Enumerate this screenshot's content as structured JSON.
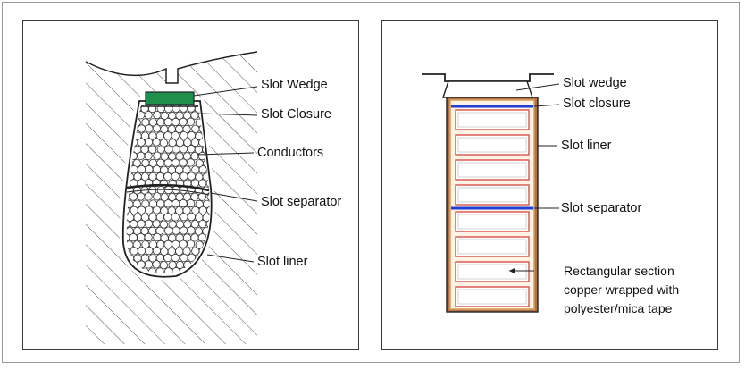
{
  "left_panel": {
    "labels": {
      "slot_wedge": "Slot Wedge",
      "slot_closure": "Slot Closure",
      "conductors": "Conductors",
      "slot_separator": "Slot separator",
      "slot_liner": "Slot liner"
    }
  },
  "right_panel": {
    "labels": {
      "slot_wedge": "Slot wedge",
      "slot_closure": "Slot closure",
      "slot_liner": "Slot liner",
      "slot_separator": "Slot separator",
      "conductor_line1": "Rectangular section",
      "conductor_line2": "copper wrapped with",
      "conductor_line3": "polyester/mica tape"
    }
  },
  "colors": {
    "wedge_green": "#1f8f4e",
    "separator_blue": "#1e3fd8",
    "liner_orange": "#d9a25a",
    "conductor_red": "#d9534a",
    "slot_brown": "#b0704a"
  }
}
